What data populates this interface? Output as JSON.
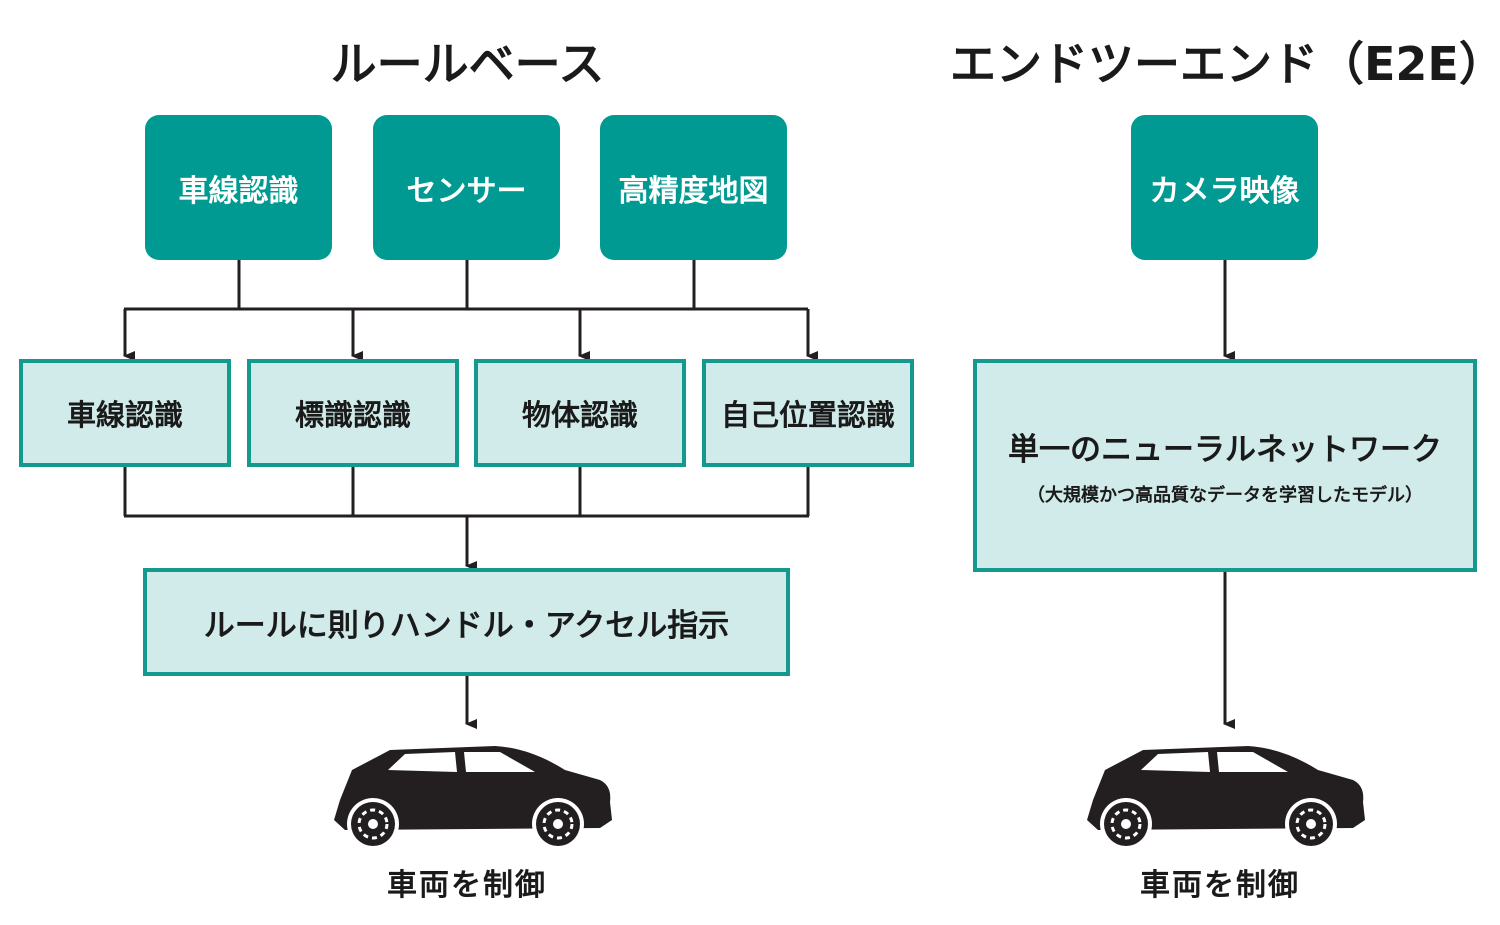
{
  "rule_based": {
    "title": "ルールベース",
    "sources": [
      "車線認識",
      "センサー",
      "高精度地図"
    ],
    "detectors": [
      "車線認識",
      "標識認識",
      "物体認識",
      "自己位置認識"
    ],
    "rule_box": "ルールに則りハンドル・アクセル指示",
    "output": "車両を制御",
    "output_icon": "car-icon"
  },
  "end_to_end": {
    "title": "エンドツーエンド（E2E）",
    "source": "カメラ映像",
    "network": "単一のニューラルネットワーク",
    "network_note": "（大規模かつ高品質なデータを学習したモデル）",
    "output": "車両を制御",
    "output_icon": "car-icon"
  },
  "colors": {
    "source_fill": "#009a92",
    "box_fill": "#d0ebe9",
    "box_border": "#14998f",
    "line": "#231f20"
  }
}
